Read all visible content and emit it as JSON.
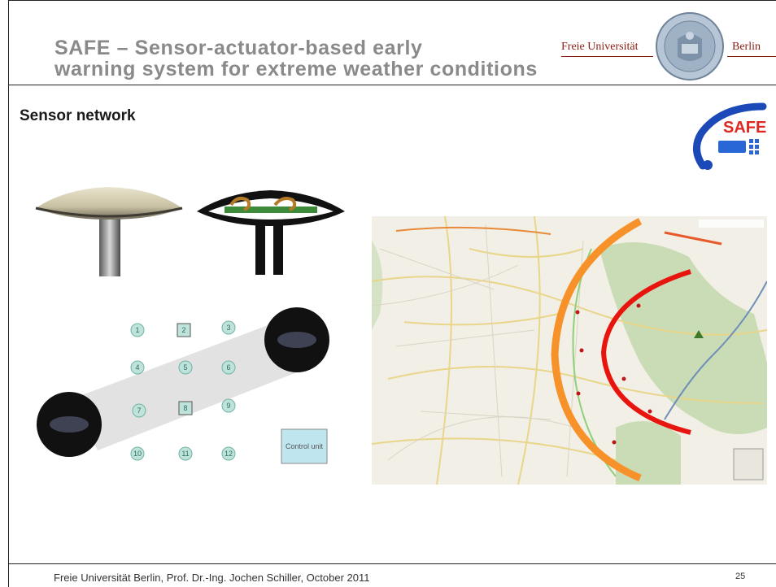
{
  "title": {
    "line1": "SAFE – Sensor-actuator-based early",
    "line2": "warning system for extreme weather conditions"
  },
  "university_logo": {
    "left_text": "Freie Universität",
    "right_text": "Berlin",
    "icon": "university-seal-icon"
  },
  "section_heading": "Sensor network",
  "safe_logo": {
    "text": "SAFE",
    "icon": "safe-project-logo"
  },
  "network": {
    "nodes": [
      "1",
      "2",
      "3",
      "4",
      "5",
      "6",
      "7",
      "8",
      "9",
      "10",
      "11",
      "12"
    ],
    "control_unit_label": "Control unit",
    "colors": {
      "node_fill": "#bfe3da",
      "band": "#e2e2e2",
      "control_fill": "#bfe6ef"
    }
  },
  "map": {
    "colors": {
      "outer_arc": "#f7922a",
      "inner_arc": "#e8150f",
      "land": "#f1efe6",
      "forest": "#c9dcb5",
      "roads": "#e9d68a"
    }
  },
  "footer": {
    "text": "Freie Universität Berlin, Prof. Dr.-Ing. Jochen Schiller, October 2011",
    "page": "25"
  }
}
